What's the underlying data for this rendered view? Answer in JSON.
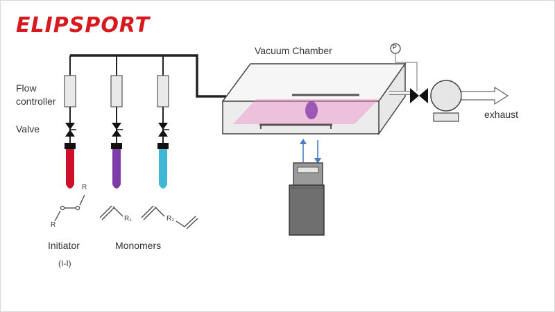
{
  "brand": {
    "logo_text": "ELIPSPORT",
    "color": "#d71920"
  },
  "labels": {
    "vacuum_chamber": "Vacuum Chamber",
    "flow_controller": "Flow\ncontroller",
    "valve": "Valve",
    "pressure_gauge": "P",
    "exhaust": "exhaust",
    "initiator": "Initiator",
    "initiator_formula": "(I-I)",
    "monomers": "Monomers",
    "r_top": "R",
    "r_bottom": "R",
    "r1": "R₁",
    "r2": "R₂"
  },
  "colors": {
    "tube_red": "#d0102a",
    "tube_purple": "#7d3ca8",
    "tube_cyan": "#3fb8d6",
    "plasma_pink": "#f08cc8",
    "substrate_purple": "#8e44ad",
    "arrow_blue": "#4a7ec0",
    "line": "#222222"
  },
  "icons": [
    "valve-icon",
    "pressure-gauge-icon",
    "vacuum-pump-icon",
    "exhaust-arrow-icon",
    "cooler-unit-icon"
  ]
}
